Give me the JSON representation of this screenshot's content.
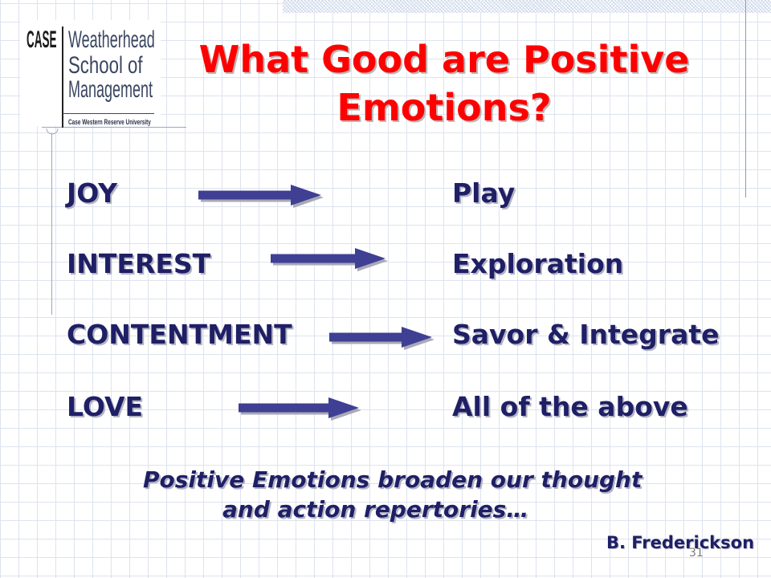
{
  "logo": {
    "case": "CASE",
    "line1": "Weatherhead",
    "line2": "School of",
    "line3": "Management",
    "university": "Case Western Reserve University"
  },
  "title": {
    "line1": "What Good are Positive",
    "line2": "Emotions?"
  },
  "rows": [
    {
      "emotion": "JOY",
      "outcome": "Play"
    },
    {
      "emotion": "INTEREST",
      "outcome": "Exploration"
    },
    {
      "emotion": "CONTENTMENT",
      "outcome": "Savor & Integrate"
    },
    {
      "emotion": "LOVE",
      "outcome": "All of the above"
    }
  ],
  "summary": {
    "line1": "Positive Emotions broaden our thought",
    "line2": "and action repertories…"
  },
  "attribution": "B. Frederickson",
  "page_number": "31",
  "icons": {
    "arrow": "right-arrow-icon"
  },
  "colors": {
    "title": "#FF0000",
    "text": "#1F1F66",
    "arrow": "#3F3F93",
    "grid": "#DDE3EE"
  }
}
